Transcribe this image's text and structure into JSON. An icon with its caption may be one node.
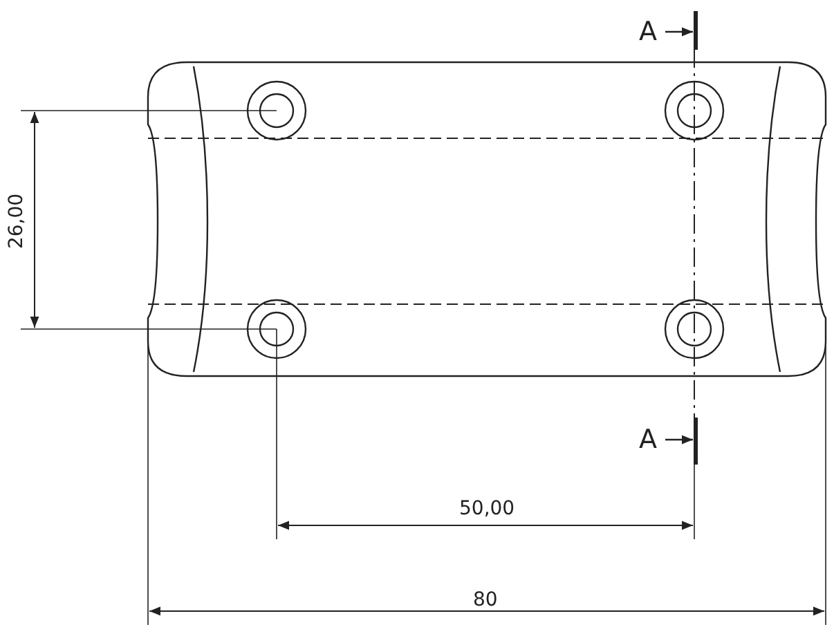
{
  "diagram": {
    "labels": [
      "A",
      "26,00",
      "A",
      "50,00",
      "80"
    ]
  }
}
